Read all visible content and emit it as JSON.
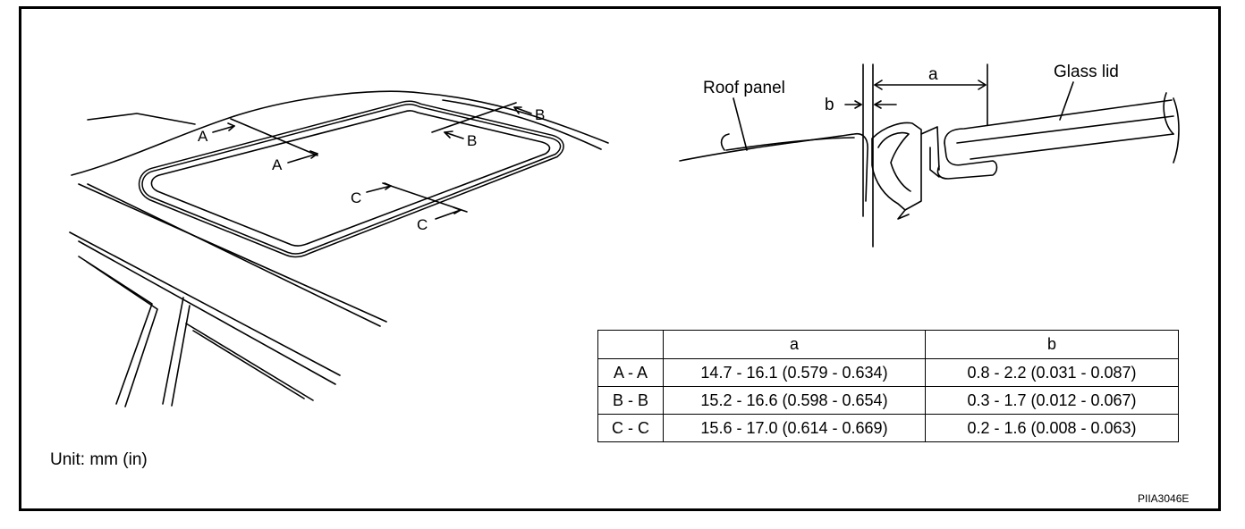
{
  "diagram": {
    "section_labels": {
      "a1": "A",
      "a2": "A",
      "b1": "B",
      "b2": "B",
      "c1": "C",
      "c2": "C"
    },
    "detail_labels": {
      "roof_panel": "Roof panel",
      "glass_lid": "Glass lid",
      "dim_a": "a",
      "dim_b": "b"
    }
  },
  "spec_table": {
    "headers": [
      "",
      "a",
      "b"
    ],
    "rows": [
      {
        "section": "A - A",
        "a": "14.7 - 16.1 (0.579 - 0.634)",
        "b": "0.8 - 2.2 (0.031 - 0.087)"
      },
      {
        "section": "B - B",
        "a": "15.2 - 16.6 (0.598 - 0.654)",
        "b": "0.3 - 1.7 (0.012 - 0.067)"
      },
      {
        "section": "C - C",
        "a": "15.6 - 17.0 (0.614 - 0.669)",
        "b": "0.2 - 1.6 (0.008 - 0.063)"
      }
    ]
  },
  "unit_note": "Unit: mm (in)",
  "figure_code": "PIIA3046E"
}
